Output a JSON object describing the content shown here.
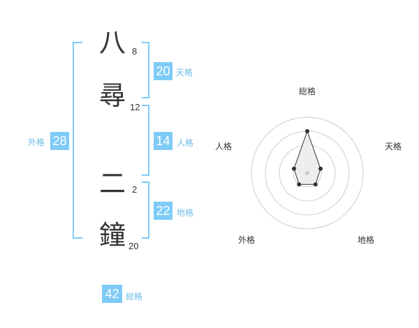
{
  "name_chars": [
    {
      "char": "八",
      "strokes": "8"
    },
    {
      "char": "尋",
      "strokes": "12"
    },
    {
      "char": "二",
      "strokes": "2"
    },
    {
      "char": "鐘",
      "strokes": "20"
    }
  ],
  "scores": {
    "tenkaku": {
      "value": "20",
      "label": "天格"
    },
    "jinkaku": {
      "value": "14",
      "label": "人格"
    },
    "chikaku": {
      "value": "22",
      "label": "地格"
    },
    "gaikaku": {
      "value": "28",
      "label": "外格"
    },
    "soukaku": {
      "value": "42",
      "label": "総格"
    }
  },
  "radar": {
    "axes": [
      "総格",
      "天格",
      "地格",
      "外格",
      "人格"
    ],
    "ring_levels": [
      1,
      2,
      3,
      4
    ],
    "values": [
      3,
      1,
      1,
      1,
      1
    ],
    "max": 5,
    "colors": {
      "ring": "#cccccc",
      "fill": "#eeeeee",
      "line": "#333333",
      "dot": "#333333",
      "center": "#cccccc"
    }
  },
  "colors": {
    "accent": "#7ecbf7",
    "accent_text": "#6cbde8"
  }
}
